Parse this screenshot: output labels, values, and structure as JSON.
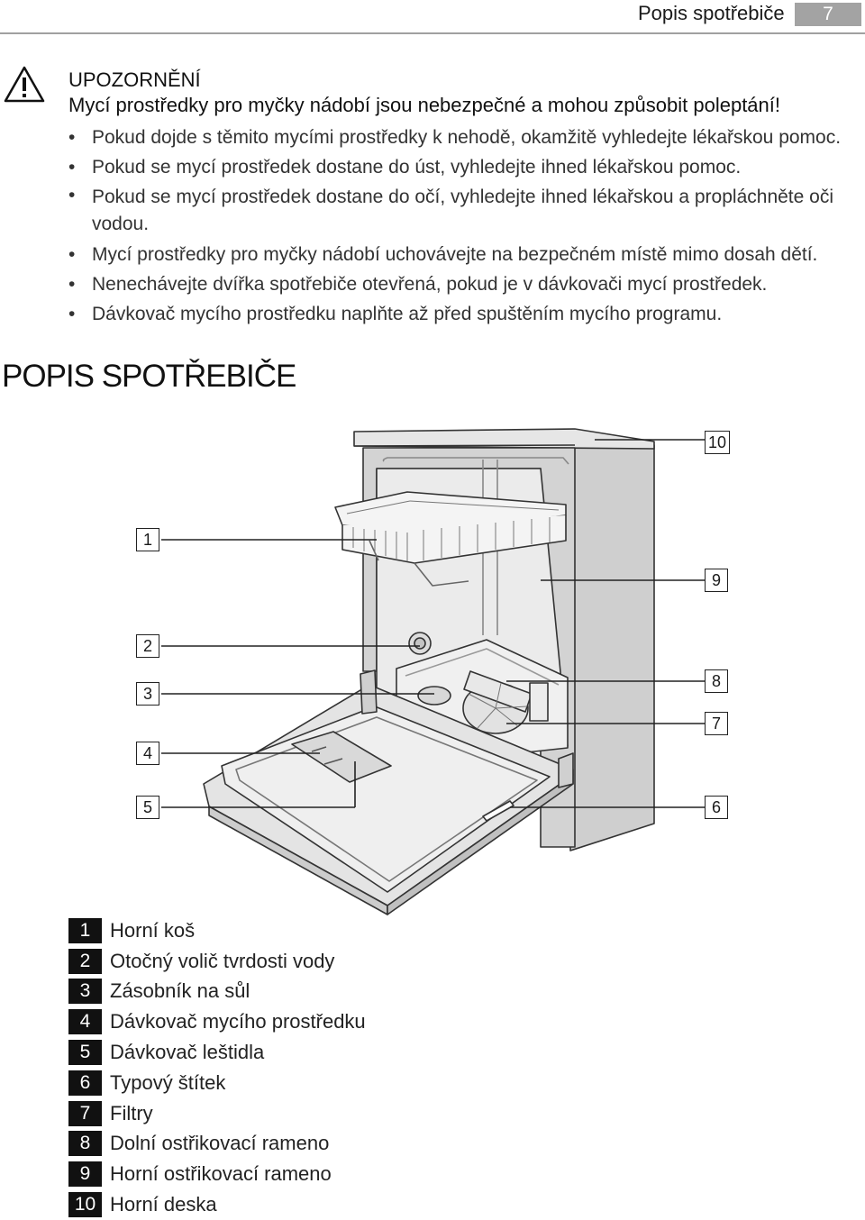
{
  "header": {
    "title": "Popis spotřebiče",
    "page_number": "7"
  },
  "warning": {
    "icon": "warning-triangle-icon",
    "title": "UPOZORNĚNÍ",
    "subtitle": "Mycí prostředky pro myčky nádobí jsou nebezpečné a mohou způsobit poleptání!",
    "items": [
      "Pokud dojde s těmito mycími prostředky k nehodě, okamžitě vyhledejte lékařskou pomoc.",
      "Pokud se mycí prostředek dostane do úst, vyhledejte ihned lékařskou pomoc.",
      "Pokud se mycí prostředek dostane do očí, vyhledejte ihned lékařskou a propláchněte oči vodou.",
      "Mycí prostředky pro myčky nádobí uchovávejte na bezpečném místě mimo dosah dětí.",
      "Nenechávejte dvířka spotřebiče otevřená, pokud je v dávkovači mycí prostředek.",
      "Dávkovač mycího prostředku naplňte až před spuštěním mycího programu."
    ]
  },
  "section_title": "POPIS SPOTŘEBIČE",
  "diagram": {
    "callouts": {
      "c1": "1",
      "c2": "2",
      "c3": "3",
      "c4": "4",
      "c5": "5",
      "c6": "6",
      "c7": "7",
      "c8": "8",
      "c9": "9",
      "c10": "10"
    }
  },
  "legend": [
    {
      "num": "1",
      "label": "Horní koš"
    },
    {
      "num": "2",
      "label": "Otočný volič tvrdosti vody"
    },
    {
      "num": "3",
      "label": "Zásobník na sůl"
    },
    {
      "num": "4",
      "label": "Dávkovač mycího prostředku"
    },
    {
      "num": "5",
      "label": "Dávkovač leštidla"
    },
    {
      "num": "6",
      "label": "Typový štítek"
    },
    {
      "num": "7",
      "label": "Filtry"
    },
    {
      "num": "8",
      "label": "Dolní ostřikovací rameno"
    },
    {
      "num": "9",
      "label": "Horní ostřikovací rameno"
    },
    {
      "num": "10",
      "label": "Horní deska"
    }
  ]
}
